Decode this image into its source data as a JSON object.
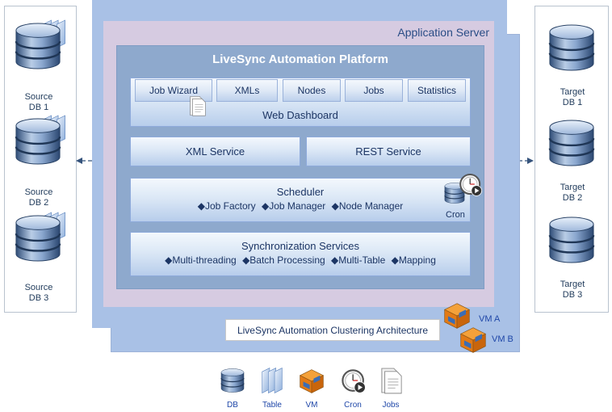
{
  "sources": [
    {
      "line1": "Source",
      "line2": "DB 1"
    },
    {
      "line1": "Source",
      "line2": "DB 2"
    },
    {
      "line1": "Source",
      "line2": "DB 3"
    }
  ],
  "targets": [
    {
      "line1": "Target",
      "line2": "DB 1"
    },
    {
      "line1": "Target",
      "line2": "DB 2"
    },
    {
      "line1": "Target",
      "line2": "DB 3"
    }
  ],
  "server": {
    "label": "Application Server",
    "platform_title": "LiveSync Automation Platform",
    "tabs": [
      "Job Wizard",
      "XMLs",
      "Nodes",
      "Jobs",
      "Statistics"
    ],
    "dashboard": "Web Dashboard",
    "xml_service": "XML Service",
    "rest_service": "REST Service",
    "scheduler": {
      "title": "Scheduler",
      "items": [
        "◆Job Factory",
        "◆Job Manager",
        "◆Node Manager"
      ],
      "cron_label": "Cron"
    },
    "sync": {
      "title": "Synchronization Services",
      "items": [
        "◆Multi-threading",
        "◆Batch Processing",
        "◆Multi-Table",
        "◆Mapping"
      ]
    }
  },
  "cluster": {
    "label": "LiveSync Automation Clustering Architecture",
    "vm_a": "VM A",
    "vm_b": "VM B"
  },
  "legend": [
    {
      "label": "DB",
      "icon": "database-icon"
    },
    {
      "label": "Table",
      "icon": "table-icon"
    },
    {
      "label": "VM",
      "icon": "vm-icon"
    },
    {
      "label": "Cron",
      "icon": "cron-icon"
    },
    {
      "label": "Jobs",
      "icon": "jobs-icon"
    }
  ],
  "colors": {
    "server_outer": "#a9c1e6",
    "server_inner": "#d6cbe1",
    "platform": "#8ea9cd",
    "text": "#1c3564",
    "legend_text": "#1f47a8"
  }
}
